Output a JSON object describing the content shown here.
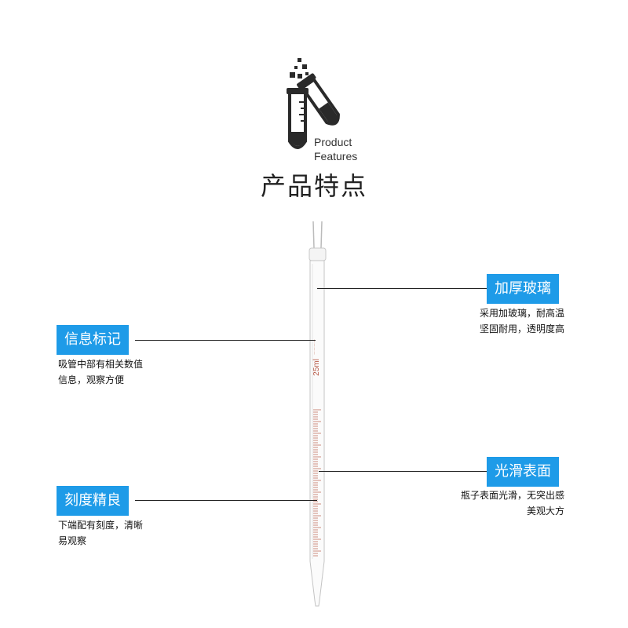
{
  "logo": {
    "icon": "test-tube-icon",
    "line1": "Product",
    "line2": "Features"
  },
  "title": "产品特点",
  "features": [
    {
      "label": "加厚玻璃",
      "lines": [
        "采用加玻璃，耐高温",
        "坚固耐用，透明度高"
      ]
    },
    {
      "label": "信息标记",
      "lines": [
        "吸管中部有相关数值",
        "信息，观察方便"
      ]
    },
    {
      "label": "光滑表面",
      "lines": [
        "瓶子表面光滑，无突出感",
        "美观大方"
      ]
    },
    {
      "label": "刻度精良",
      "lines": [
        "下端配有刻度，清晰",
        "易观察"
      ]
    }
  ],
  "pipette": {
    "marking": "25ml"
  },
  "colors": {
    "accent": "#1e9be8",
    "scale": "#b85c4a"
  }
}
